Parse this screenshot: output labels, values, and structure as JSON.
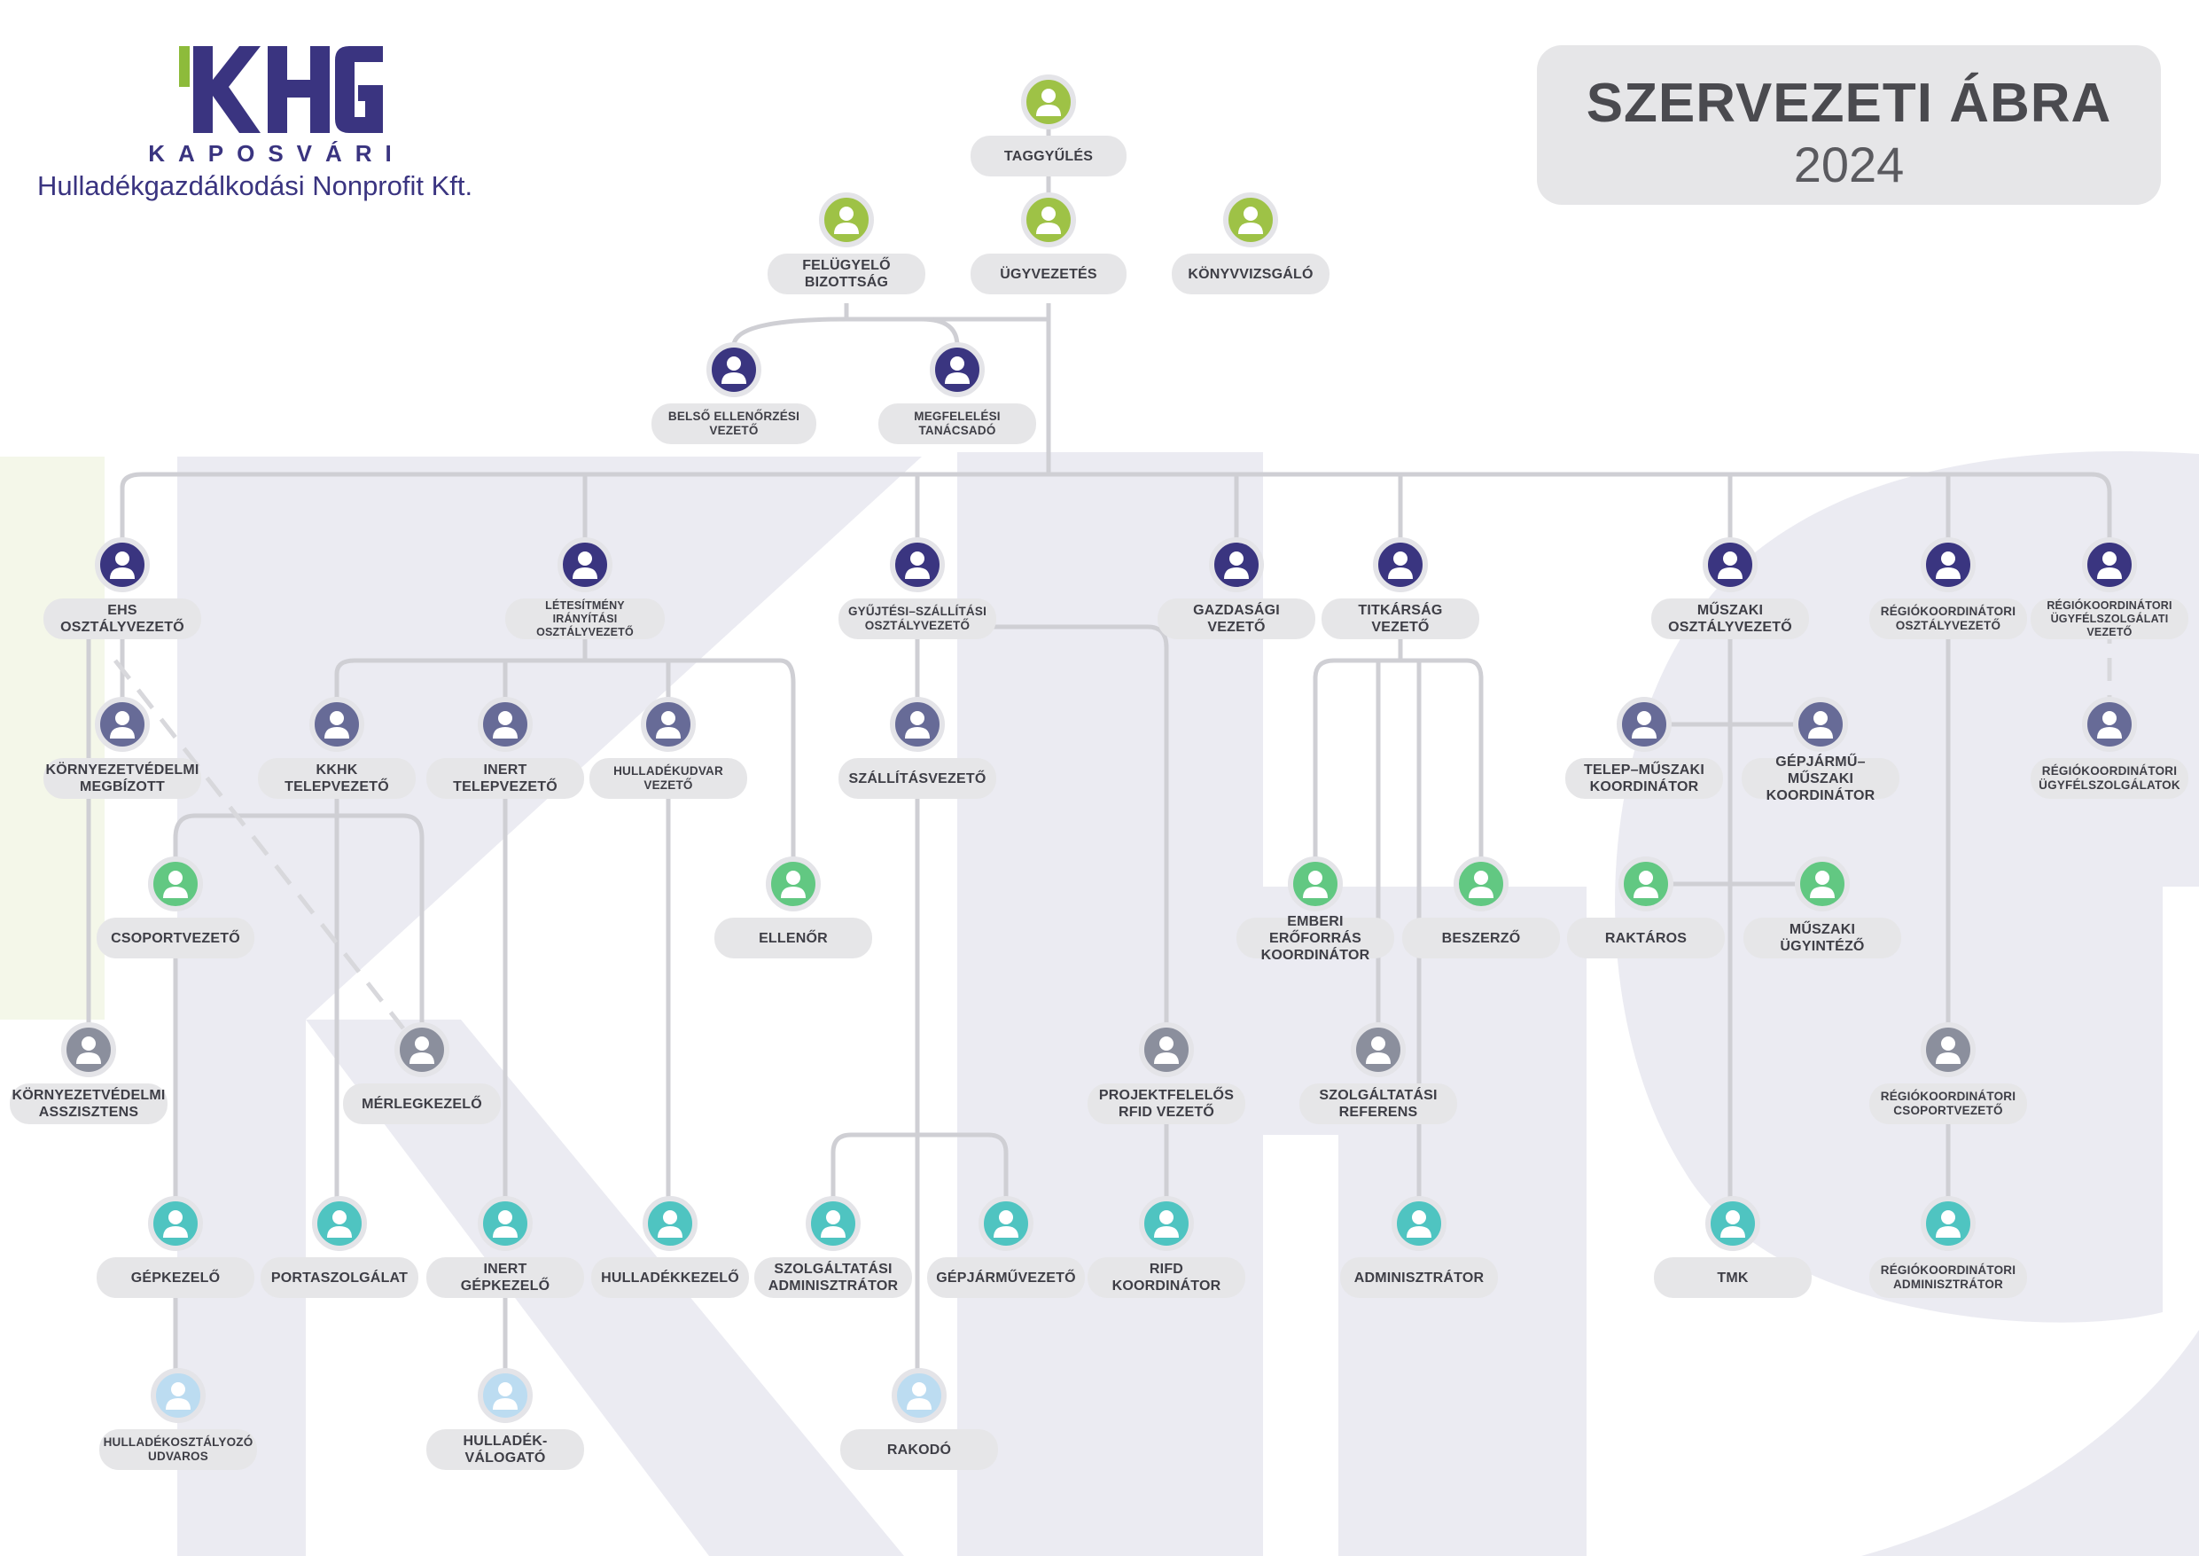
{
  "logo": {
    "wordmark": "KHG",
    "subtitle": "KAPOSVÁRI",
    "company": "Hulladékgazdálkodási Nonprofit Kft."
  },
  "title": {
    "main": "SZERVEZETI ÁBRA",
    "year": "2024"
  },
  "colors": {
    "navy": "#3a3580",
    "slate": "#676b97",
    "grey": "#8b8f9d",
    "olive_green": "#9ec246",
    "mint_green": "#62c882",
    "teal": "#4fc4c1",
    "light_blue": "#bcdcf1",
    "pill": "#e6e6e8",
    "line": "#cfcfd4",
    "accent_bar": "#8dbb3b"
  },
  "nodes": [
    {
      "id": "taggyules",
      "label": "TAGGYŰLÉS",
      "icon": "person-icon",
      "color": "olive_green"
    },
    {
      "id": "felugyelo",
      "label": "FELÜGYELŐ\nBIZOTTSÁG",
      "icon": "person-icon",
      "color": "olive_green"
    },
    {
      "id": "ugyvezetes",
      "label": "ÜGYVEZETÉS",
      "icon": "person-icon",
      "color": "olive_green"
    },
    {
      "id": "konyvvizsgalo",
      "label": "KÖNYVVIZSGÁLÓ",
      "icon": "person-icon",
      "color": "olive_green"
    },
    {
      "id": "belso",
      "label": "BELSŐ ELLENŐRZÉSI\nVEZETŐ",
      "icon": "person-icon",
      "color": "navy"
    },
    {
      "id": "megfelelesi",
      "label": "MEGFELELÉSI\nTANÁCSADÓ",
      "icon": "person-icon",
      "color": "navy"
    },
    {
      "id": "ehs",
      "label": "EHS\nOSZTÁLYVEZETŐ",
      "icon": "person-icon",
      "color": "navy"
    },
    {
      "id": "letesitmeny",
      "label": "LÉTESÍTMÉNY IRÁNYÍTÁSI\nOSZTÁLYVEZETŐ",
      "icon": "person-icon",
      "color": "navy"
    },
    {
      "id": "gyujtesi",
      "label": "GYŰJTÉSI–SZÁLLÍTÁSI\nOSZTÁLYVEZETŐ",
      "icon": "person-icon",
      "color": "navy"
    },
    {
      "id": "gazdasagi",
      "label": "GAZDASÁGI\nVEZETŐ",
      "icon": "person-icon",
      "color": "navy"
    },
    {
      "id": "titkarsag",
      "label": "TITKÁRSÁG\nVEZETŐ",
      "icon": "person-icon",
      "color": "navy"
    },
    {
      "id": "muszaki",
      "label": "MŰSZAKI\nOSZTÁLYVEZETŐ",
      "icon": "person-icon",
      "color": "navy"
    },
    {
      "id": "regio_oszt",
      "label": "RÉGIÓKOORDINÁTORI\nOSZTÁLYVEZETŐ",
      "icon": "person-icon",
      "color": "navy"
    },
    {
      "id": "regio_ugyf_vez",
      "label": "RÉGIÓKOORDINÁTORI\nÜGYFÉLSZOLGÁLATI VEZETŐ",
      "icon": "person-icon",
      "color": "navy"
    },
    {
      "id": "kornyezetvedelmi_meg",
      "label": "KÖRNYEZETVÉDELMI\nMEGBÍZOTT",
      "icon": "person-icon",
      "color": "slate"
    },
    {
      "id": "kkhk",
      "label": "KKHK\nTELEPVEZETŐ",
      "icon": "person-icon",
      "color": "slate"
    },
    {
      "id": "inert_telep",
      "label": "INERT\nTELEPVEZETŐ",
      "icon": "person-icon",
      "color": "slate"
    },
    {
      "id": "hulladekudvar",
      "label": "HULLADÉKUDVAR\nVEZETŐ",
      "icon": "person-icon",
      "color": "slate"
    },
    {
      "id": "szallitasvezeto",
      "label": "SZÁLLÍTÁSVEZETŐ",
      "icon": "person-icon",
      "color": "slate"
    },
    {
      "id": "telep_muszaki",
      "label": "TELEP–MŰSZAKI\nKOORDINÁTOR",
      "icon": "person-icon",
      "color": "slate"
    },
    {
      "id": "gepjarmu_muszaki",
      "label": "GÉPJÁRMŰ–MŰSZAKI\nKOORDINÁTOR",
      "icon": "person-icon",
      "color": "slate"
    },
    {
      "id": "regio_ugyfelszolg",
      "label": "RÉGIÓKOORDINÁTORI\nÜGYFÉLSZOLGÁLATOK",
      "icon": "person-icon",
      "color": "slate"
    },
    {
      "id": "csoportvezeto",
      "label": "CSOPORTVEZETŐ",
      "icon": "person-icon",
      "color": "mint_green"
    },
    {
      "id": "ellenor",
      "label": "ELLENŐR",
      "icon": "person-icon",
      "color": "mint_green"
    },
    {
      "id": "emberi",
      "label": "EMBERI ERŐFORRÁS\nKOORDINÁTOR",
      "icon": "person-icon",
      "color": "mint_green"
    },
    {
      "id": "beszerzo",
      "label": "BESZERZŐ",
      "icon": "person-icon",
      "color": "mint_green"
    },
    {
      "id": "raktaros",
      "label": "RAKTÁROS",
      "icon": "person-icon",
      "color": "mint_green"
    },
    {
      "id": "muszaki_ugyintezo",
      "label": "MŰSZAKI\nÜGYINTÉZŐ",
      "icon": "person-icon",
      "color": "mint_green"
    },
    {
      "id": "kornyezetvedelmi_assz",
      "label": "KÖRNYEZETVÉDELMI\nASSZISZTENS",
      "icon": "person-icon",
      "color": "grey"
    },
    {
      "id": "merlegkezelo",
      "label": "MÉRLEGKEZELŐ",
      "icon": "person-icon",
      "color": "grey"
    },
    {
      "id": "projektfelelos",
      "label": "PROJEKTFELELŐS\nRFID VEZETŐ",
      "icon": "person-icon",
      "color": "grey"
    },
    {
      "id": "szolgaltatasi_ref",
      "label": "SZOLGÁLTATÁSI\nREFERENS",
      "icon": "person-icon",
      "color": "grey"
    },
    {
      "id": "regio_csoport",
      "label": "RÉGIÓKOORDINÁTORI\nCSOPORTVEZETŐ",
      "icon": "person-icon",
      "color": "grey"
    },
    {
      "id": "gepkezelo",
      "label": "GÉPKEZELŐ",
      "icon": "person-icon",
      "color": "teal"
    },
    {
      "id": "portaszolgalat",
      "label": "PORTASZOLGÁLAT",
      "icon": "person-icon",
      "color": "teal"
    },
    {
      "id": "inert_gepkezelo",
      "label": "INERT\nGÉPKEZELŐ",
      "icon": "person-icon",
      "color": "teal"
    },
    {
      "id": "hulladekkezelo",
      "label": "HULLADÉKKEZELŐ",
      "icon": "person-icon",
      "color": "teal"
    },
    {
      "id": "szolg_adminisztrator",
      "label": "SZOLGÁLTATÁSI\nADMINISZTRÁTOR",
      "icon": "person-icon",
      "color": "teal"
    },
    {
      "id": "gepjarmuvezeto",
      "label": "GÉPJÁRMŰVEZETŐ",
      "icon": "person-icon",
      "color": "teal"
    },
    {
      "id": "rifd",
      "label": "RIFD\nKOORDINÁTOR",
      "icon": "person-icon",
      "color": "teal"
    },
    {
      "id": "adminisztrator",
      "label": "ADMINISZTRÁTOR",
      "icon": "person-icon",
      "color": "teal"
    },
    {
      "id": "tmk",
      "label": "TMK",
      "icon": "person-icon",
      "color": "teal"
    },
    {
      "id": "regio_adminisztrator",
      "label": "RÉGIÓKOORDINÁTORI\nADMINISZTRÁTOR",
      "icon": "person-icon",
      "color": "teal"
    },
    {
      "id": "hulladekosztalyozo",
      "label": "HULLADÉKOSZTÁLYOZÓ\nUDVAROS",
      "icon": "person-icon",
      "color": "light_blue"
    },
    {
      "id": "hulladek_valogato",
      "label": "HULLADÉK-\nVÁLOGATÓ",
      "icon": "person-icon",
      "color": "light_blue"
    },
    {
      "id": "rakodo",
      "label": "RAKODÓ",
      "icon": "person-icon",
      "color": "light_blue"
    }
  ],
  "edges": [
    [
      "taggyules",
      "ugyvezetes",
      "solid"
    ],
    [
      "ugyvezetes",
      "felugyelo",
      "solid"
    ],
    [
      "ugyvezetes",
      "konyvvizsgalo",
      "none"
    ],
    [
      "felugyelo",
      "belso",
      "solid"
    ],
    [
      "felugyelo",
      "megfelelesi",
      "solid"
    ],
    [
      "ugyvezetes",
      "ehs",
      "solid"
    ],
    [
      "ugyvezetes",
      "letesitmeny",
      "solid"
    ],
    [
      "ugyvezetes",
      "gyujtesi",
      "solid"
    ],
    [
      "ugyvezetes",
      "gazdasagi",
      "solid"
    ],
    [
      "ugyvezetes",
      "titkarsag",
      "solid"
    ],
    [
      "ugyvezetes",
      "muszaki",
      "solid"
    ],
    [
      "ugyvezetes",
      "regio_oszt",
      "solid"
    ],
    [
      "ugyvezetes",
      "regio_ugyf_vez",
      "solid"
    ],
    [
      "ehs",
      "kornyezetvedelmi_meg",
      "solid"
    ],
    [
      "ehs",
      "kornyezetvedelmi_assz",
      "solid"
    ],
    [
      "ehs",
      "merlegkezelo",
      "dashed"
    ],
    [
      "letesitmeny",
      "kkhk",
      "solid"
    ],
    [
      "letesitmeny",
      "inert_telep",
      "solid"
    ],
    [
      "letesitmeny",
      "hulladekudvar",
      "solid"
    ],
    [
      "letesitmeny",
      "ellenor",
      "solid"
    ],
    [
      "kkhk",
      "csoportvezeto",
      "solid"
    ],
    [
      "kkhk",
      "merlegkezelo",
      "solid"
    ],
    [
      "kkhk",
      "portaszolgalat",
      "solid"
    ],
    [
      "csoportvezeto",
      "gepkezelo",
      "solid"
    ],
    [
      "gepkezelo",
      "hulladekosztalyozo",
      "solid"
    ],
    [
      "inert_telep",
      "inert_gepkezelo",
      "solid"
    ],
    [
      "inert_gepkezelo",
      "hulladek_valogato",
      "solid"
    ],
    [
      "hulladekudvar",
      "hulladekkezelo",
      "solid"
    ],
    [
      "gyujtesi",
      "szallitasvezeto",
      "solid"
    ],
    [
      "gyujtesi",
      "projektfelelos",
      "solid"
    ],
    [
      "szallitasvezeto",
      "szolg_adminisztrator",
      "solid"
    ],
    [
      "szallitasvezeto",
      "gepjarmuvezeto",
      "solid"
    ],
    [
      "szallitasvezeto",
      "rakodo",
      "solid"
    ],
    [
      "projektfelelos",
      "rifd",
      "solid"
    ],
    [
      "titkarsag",
      "emberi",
      "solid"
    ],
    [
      "titkarsag",
      "beszerzo",
      "solid"
    ],
    [
      "titkarsag",
      "szolgaltatasi_ref",
      "solid"
    ],
    [
      "titkarsag",
      "adminisztrator",
      "solid"
    ],
    [
      "muszaki",
      "telep_muszaki",
      "solid"
    ],
    [
      "muszaki",
      "gepjarmu_muszaki",
      "solid"
    ],
    [
      "muszaki",
      "raktaros",
      "solid"
    ],
    [
      "muszaki",
      "muszaki_ugyintezo",
      "solid"
    ],
    [
      "muszaki",
      "tmk",
      "solid"
    ],
    [
      "regio_oszt",
      "regio_csoport",
      "solid"
    ],
    [
      "regio_csoport",
      "regio_adminisztrator",
      "solid"
    ],
    [
      "regio_ugyf_vez",
      "regio_ugyfelszolg",
      "dashed"
    ]
  ]
}
